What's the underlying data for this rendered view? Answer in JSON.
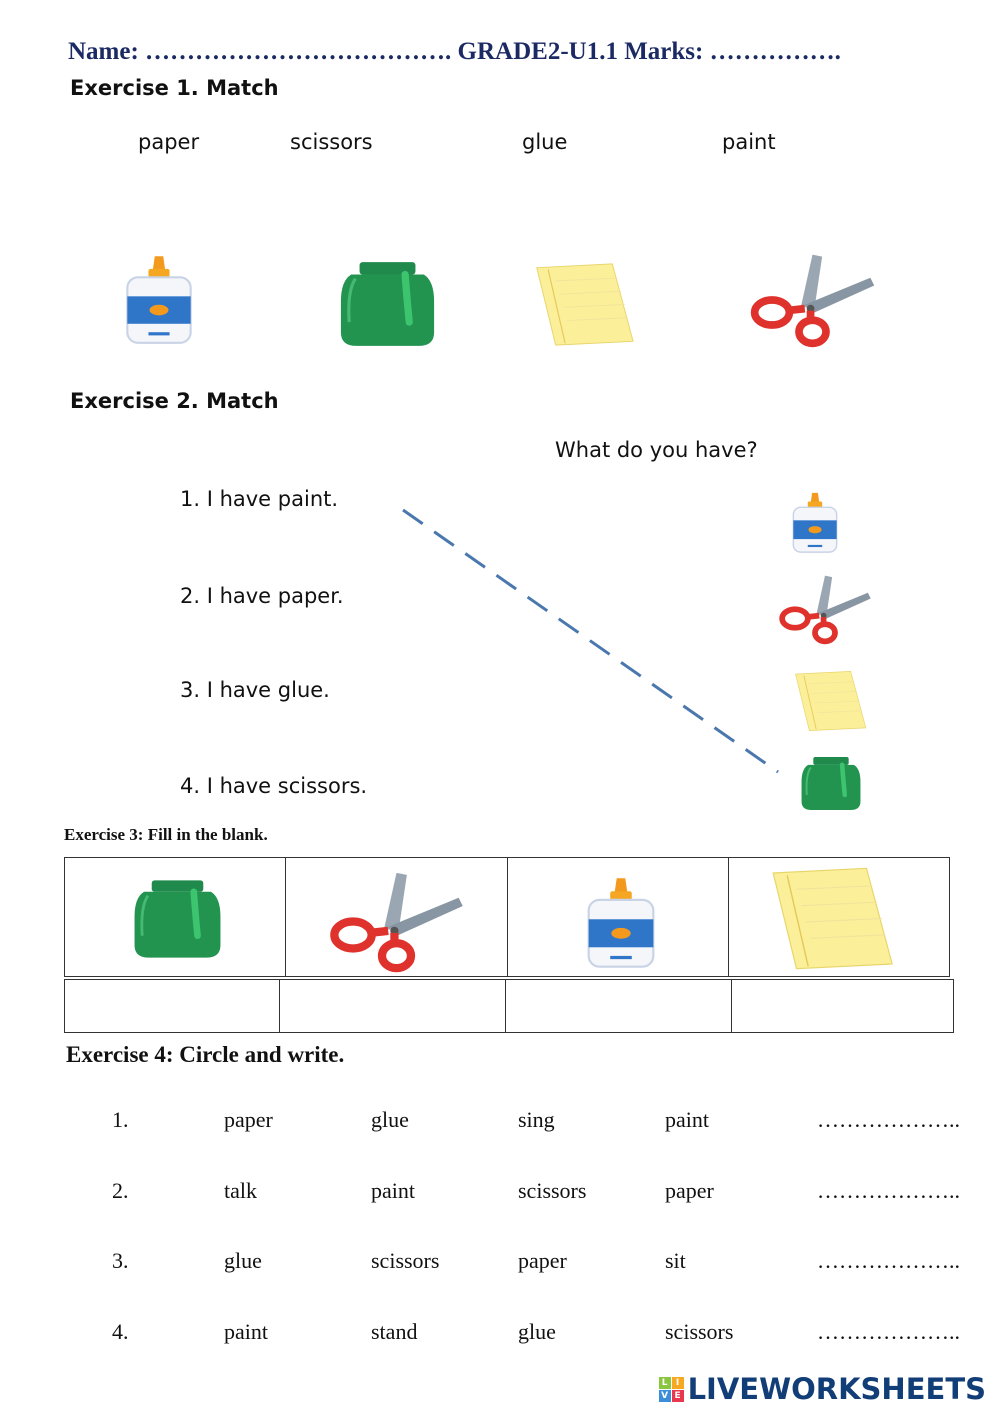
{
  "header": {
    "text": "Name: ………………………………. GRADE2-U1.1 Marks: ……………."
  },
  "ex1": {
    "title": "Exercise 1. Match",
    "words": [
      "paper",
      "scissors",
      "glue",
      "paint"
    ],
    "images": [
      "glue",
      "paint",
      "paper",
      "scissors"
    ]
  },
  "ex2": {
    "title": "Exercise 2. Match",
    "question": "What do you have?",
    "sentences": [
      "1. I have paint.",
      "2. I have paper.",
      "3. I have glue.",
      "4. I have scissors."
    ],
    "images": [
      "glue",
      "scissors",
      "paper",
      "paint"
    ]
  },
  "ex3": {
    "title": "Exercise 3: Fill in the blank.",
    "images": [
      "paint",
      "scissors",
      "glue",
      "paper"
    ]
  },
  "ex4": {
    "title": "Exercise 4: Circle and write.",
    "rows": [
      {
        "num": "1.",
        "words": [
          "paper",
          "glue",
          "sing",
          "paint"
        ],
        "blank": "……………….."
      },
      {
        "num": "2.",
        "words": [
          "talk",
          "paint",
          "scissors",
          "paper"
        ],
        "blank": "……………….."
      },
      {
        "num": "3.",
        "words": [
          "glue",
          "scissors",
          "paper",
          "sit"
        ],
        "blank": "……………….."
      },
      {
        "num": "4.",
        "words": [
          "paint",
          "stand",
          "glue",
          "scissors"
        ],
        "blank": "……………….."
      }
    ]
  },
  "logo": {
    "text": "LIVEWORKSHEETS",
    "tiles": [
      "L",
      "I",
      "V",
      "E"
    ]
  }
}
